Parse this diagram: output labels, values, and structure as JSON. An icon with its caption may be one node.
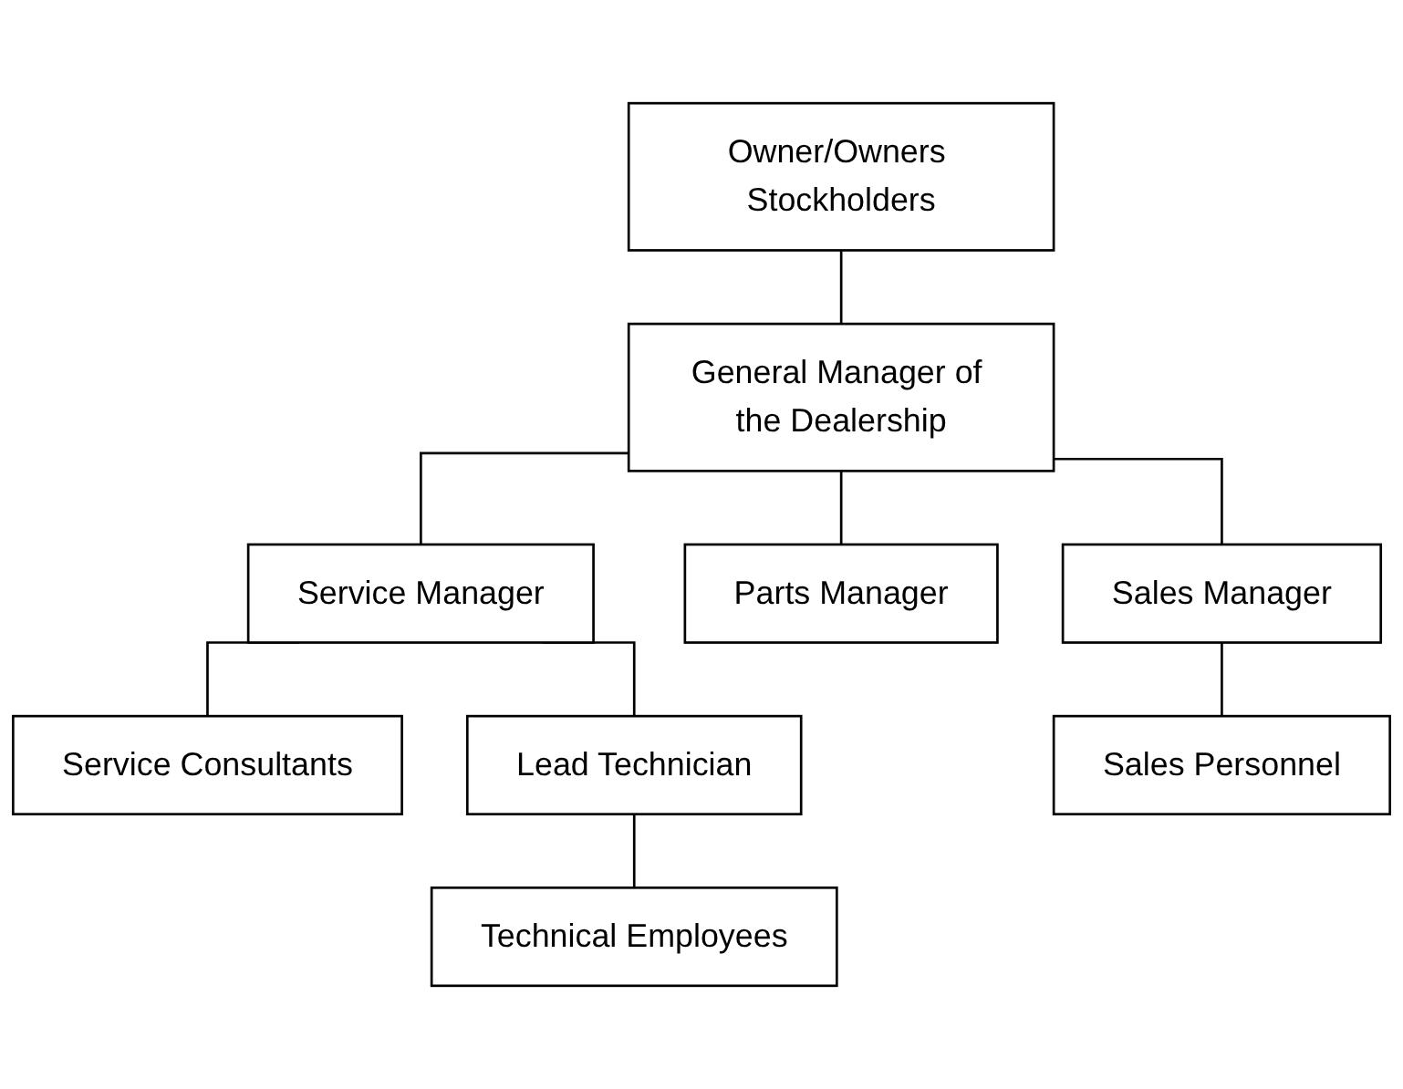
{
  "diagram": {
    "nodes": [
      {
        "text": [
          "Owner/Owners Stockholders"
        ]
      },
      {
        "text": [
          "General Manager of the Dealership"
        ]
      },
      {
        "text": [
          "Service Manager"
        ]
      },
      {
        "text": [
          "Parts Manager"
        ]
      },
      {
        "text": [
          "Sales Manager"
        ]
      },
      {
        "text": [
          "Service Consultants"
        ]
      },
      {
        "text": [
          "Lead Technician"
        ]
      },
      {
        "text": [
          "Sales Personnel"
        ]
      },
      {
        "text": [
          "Technical Employees"
        ]
      }
    ],
    "edges": [
      {
        "from": 0,
        "to": 1,
        "arrow": "none"
      },
      {
        "from": 1,
        "to": 2,
        "arrow": "none"
      },
      {
        "from": 1,
        "to": 3,
        "arrow": "none"
      },
      {
        "from": 1,
        "to": 4,
        "arrow": "none"
      },
      {
        "from": 2,
        "to": 5,
        "arrow": "none"
      },
      {
        "from": 2,
        "to": 6,
        "arrow": "none"
      },
      {
        "from": 4,
        "to": 7,
        "arrow": "none"
      },
      {
        "from": 6,
        "to": 8,
        "arrow": "none"
      }
    ]
  }
}
